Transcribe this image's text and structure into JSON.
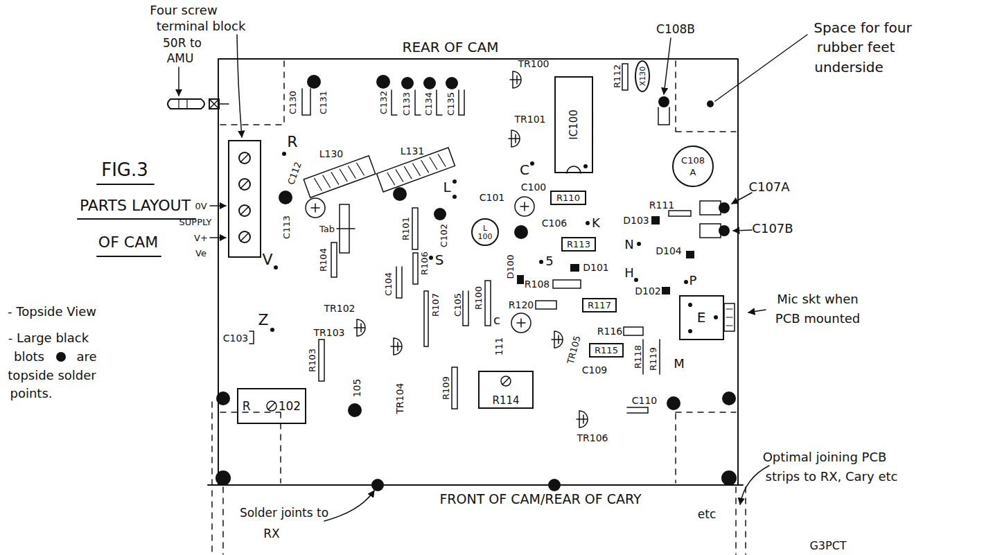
{
  "diagram": {
    "nodes": [
      {
        "text": [
          "IC100"
        ]
      },
      {
        "text": [
          "X130"
        ]
      },
      {
        "text": [
          "C108",
          "A"
        ]
      },
      {
        "text": [
          "L",
          "100"
        ]
      },
      {
        "text": [
          "R110"
        ]
      },
      {
        "text": [
          "R113"
        ]
      },
      {
        "text": [
          "R117"
        ]
      },
      {
        "text": [
          "R115"
        ]
      },
      {
        "text": [
          "R",
          "102"
        ]
      },
      {
        "text": [
          "R114"
        ]
      },
      {
        "text": [
          "E"
        ]
      }
    ],
    "labels": [
      "Four screw",
      "terminal block",
      "50R to",
      "AMU",
      "REAR OF CAM",
      "C108B",
      "Space for four",
      "rubber feet",
      "underside",
      "FIG.3",
      "PARTS LAYOUT",
      "OF CAM",
      "0V",
      "SUPPLY",
      "V+",
      "Ve",
      "- Topside View",
      "- Large black",
      "blots",
      "are",
      "topside solder",
      "points.",
      "Mic skt when",
      "PCB mounted",
      "Optimal joining PCB",
      "strips to RX, Cary etc",
      "Solder joints to",
      "RX",
      "FRONT OF CAM/REAR OF CARY",
      "etc",
      "G3PCT",
      "C130",
      "C131",
      "C132",
      "C133",
      "C134",
      "C135",
      "TR100",
      "TR101",
      "R112",
      "R",
      "L130",
      "L131",
      "C112",
      "C113",
      "Tab",
      "TR102",
      "R101",
      "S",
      "C102",
      "R106",
      "C104",
      "V",
      "R104",
      "Z",
      "C103",
      "R103",
      "TR103",
      "105",
      "TR104",
      "R107",
      "C105",
      "R100",
      "R109",
      "L",
      "C101",
      "C",
      "C100",
      "C106",
      "K",
      "D103",
      "R111",
      "N",
      "D104",
      "5",
      "D100",
      "D101",
      "H",
      "D102",
      "P",
      "R108",
      "R120",
      "c",
      "111",
      "TR105",
      "R116",
      "M",
      "C109",
      "TR106",
      "C110",
      "R118",
      "R119",
      "C107A",
      "C107B"
    ]
  }
}
